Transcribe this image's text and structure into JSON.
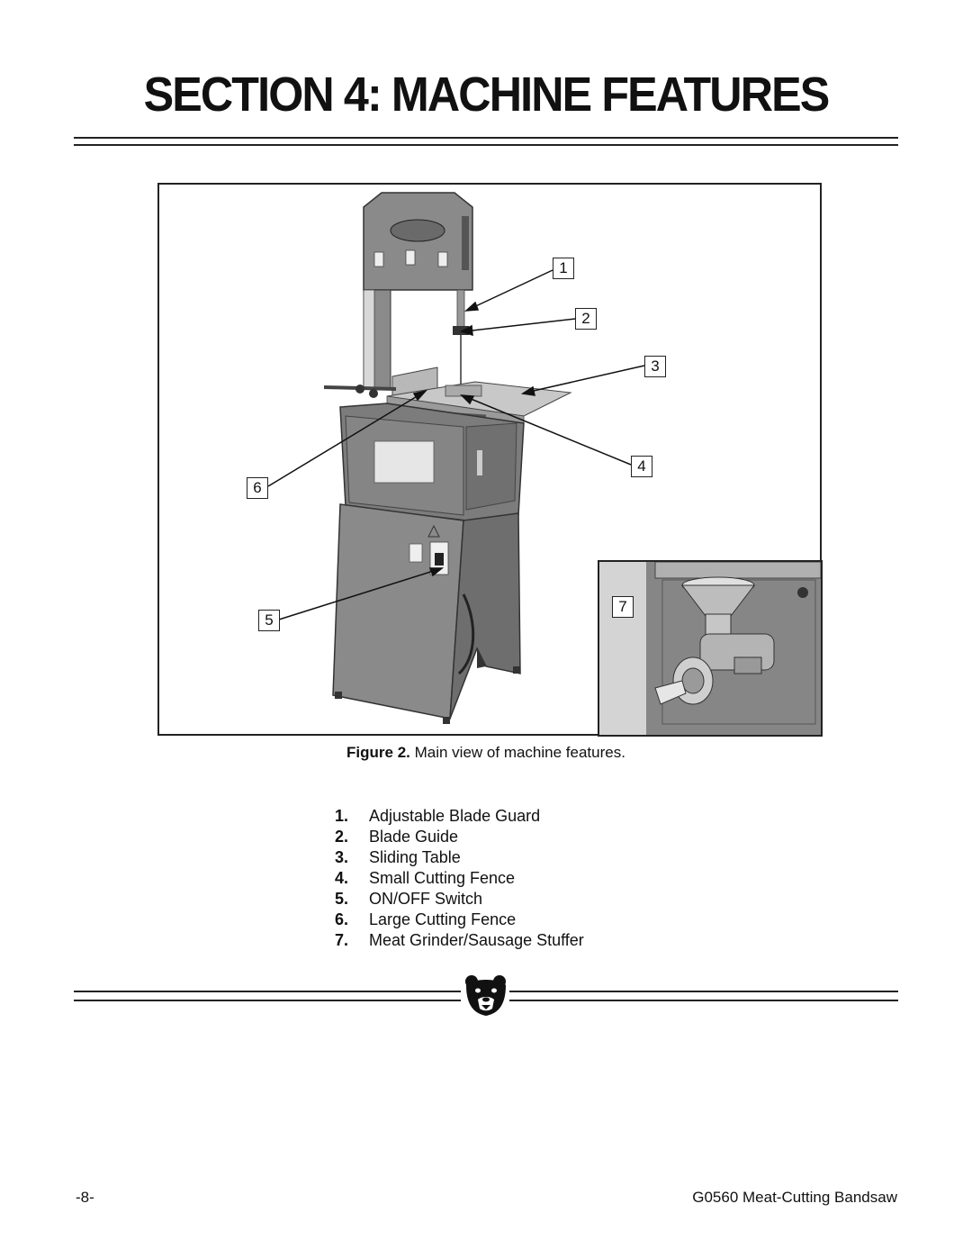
{
  "header": {
    "title": "SECTION 4: MACHINE FEATURES"
  },
  "figure": {
    "callouts": [
      "1",
      "2",
      "3",
      "4",
      "5",
      "6",
      "7"
    ],
    "caption_bold": "Figure 2.",
    "caption_text": " Main view of machine features."
  },
  "features": [
    {
      "num": "1.",
      "label": "Adjustable Blade Guard"
    },
    {
      "num": "2.",
      "label": "Blade Guide"
    },
    {
      "num": "3.",
      "label": "Sliding Table"
    },
    {
      "num": "4.",
      "label": "Small Cutting Fence"
    },
    {
      "num": "5.",
      "label": "ON/OFF Switch"
    },
    {
      "num": "6.",
      "label": "Large Cutting Fence"
    },
    {
      "num": "7.",
      "label": "Meat Grinder/Sausage Stuffer"
    }
  ],
  "footer": {
    "page": "-8-",
    "doc": "G0560 Meat-Cutting Bandsaw"
  }
}
